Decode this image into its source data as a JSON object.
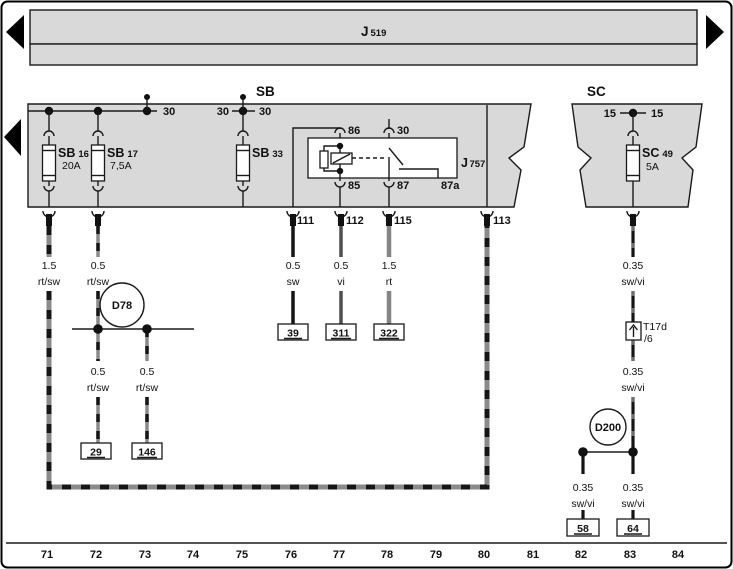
{
  "control_module": {
    "prefix": "J",
    "number": "519"
  },
  "panels": {
    "sb_label": "SB",
    "sc_label": "SC"
  },
  "bus": {
    "b30_1": "30",
    "b30_2l": "30",
    "b30_2r": "30",
    "b15_l": "15",
    "b15_r": "15"
  },
  "fuses": {
    "sb16": {
      "prefix": "SB",
      "number": "16",
      "rating": "20A"
    },
    "sb17": {
      "prefix": "SB",
      "number": "17",
      "rating": "7,5A"
    },
    "sb33": {
      "prefix": "SB",
      "number": "33"
    },
    "sc49": {
      "prefix": "SC",
      "number": "49",
      "rating": "5A"
    }
  },
  "relay": {
    "prefix": "J",
    "number": "757",
    "t86": "86",
    "t30": "30",
    "t85": "85",
    "t87": "87",
    "t87a": "87a"
  },
  "pins": {
    "p111": "111",
    "p112": "112",
    "p115": "115",
    "p113": "113"
  },
  "wires": {
    "w1": {
      "gauge": "1.5",
      "color": "rt/sw"
    },
    "w2": {
      "gauge": "0.5",
      "color": "rt/sw"
    },
    "w29": {
      "gauge": "0.5",
      "color": "rt/sw"
    },
    "w146": {
      "gauge": "0.5",
      "color": "rt/sw"
    },
    "w111": {
      "gauge": "0.5",
      "color": "sw"
    },
    "w112": {
      "gauge": "0.5",
      "color": "vi"
    },
    "w115": {
      "gauge": "1.5",
      "color": "rt"
    },
    "wsc_a": {
      "gauge": "0.35",
      "color": "sw/vi"
    },
    "wsc_b": {
      "gauge": "0.35",
      "color": "sw/vi"
    },
    "w58": {
      "gauge": "0.35",
      "color": "sw/vi"
    },
    "w64": {
      "gauge": "0.35",
      "color": "sw/vi"
    }
  },
  "junctions": {
    "d78": "D78",
    "d200": "D200"
  },
  "plug": {
    "name": "T17d",
    "pin": "/6"
  },
  "refs": {
    "r39": "39",
    "r311": "311",
    "r322": "322",
    "r29": "29",
    "r146": "146",
    "r58": "58",
    "r64": "64"
  },
  "tracks": [
    "71",
    "72",
    "73",
    "74",
    "75",
    "76",
    "77",
    "78",
    "79",
    "80",
    "81",
    "82",
    "83",
    "84"
  ],
  "colors": {
    "panel_fill": "#d9d9d9",
    "line": "#1a1a1a",
    "wire_rt": "#8a8a8a",
    "wire_sw": "#141414",
    "wire_vi": "#4f4f4f",
    "wire_sw_vi_dash": "#6e6e6e"
  }
}
